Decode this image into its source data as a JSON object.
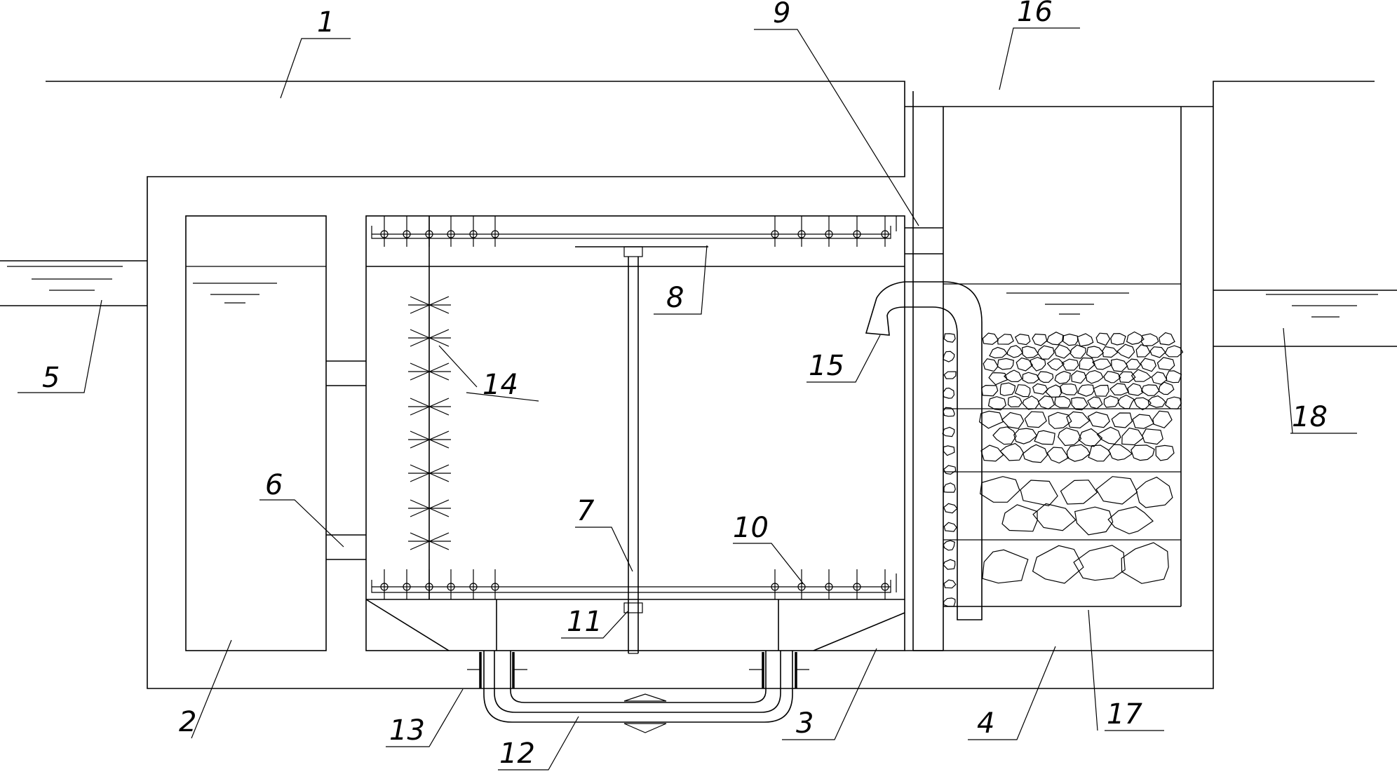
{
  "labels": {
    "l1": "1",
    "l2": "2",
    "l3": "3",
    "l4": "4",
    "l5": "5",
    "l6": "6",
    "l7": "7",
    "l8": "8",
    "l9": "9",
    "l10": "10",
    "l11": "11",
    "l12": "12",
    "l13": "13",
    "l14": "14",
    "l15": "15",
    "l16": "16",
    "l17": "17",
    "l18": "18"
  },
  "colors": {
    "ink": "#000000",
    "background": "#ffffff"
  }
}
